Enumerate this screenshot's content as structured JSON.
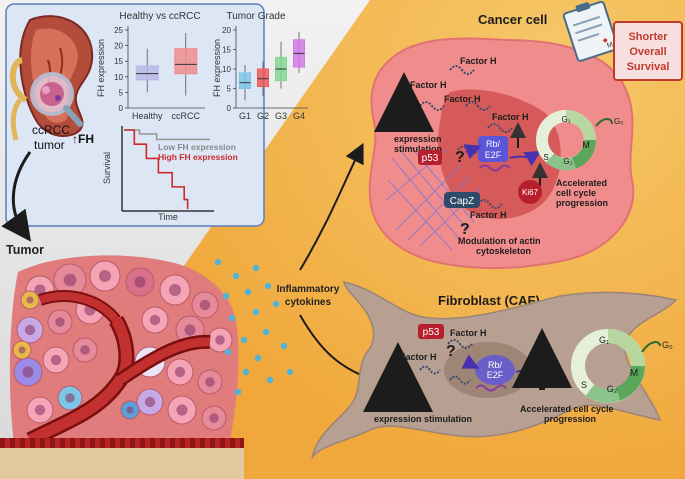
{
  "kidney_panel": {
    "tumor_label_line1": "ccRCC",
    "tumor_label_line2": "tumor",
    "fh_label": "↑FH"
  },
  "chart_data": [
    {
      "type": "box",
      "title": "Healthy vs ccRCC",
      "ylabel": "FH expression",
      "ylim": [
        0,
        25
      ],
      "yticks": [
        0,
        5,
        10,
        15,
        20,
        25
      ],
      "categories": [
        "Healthy",
        "ccRCC"
      ],
      "boxes": [
        {
          "category": "Healthy",
          "min": 5,
          "q1": 9,
          "median": 11,
          "q3": 13.5,
          "max": 19
        },
        {
          "category": "ccRCC",
          "min": 4,
          "q1": 11,
          "median": 14,
          "q3": 19,
          "max": 24
        }
      ],
      "colors": [
        "#b9b8e6",
        "#f08c8c"
      ]
    },
    {
      "type": "box",
      "title": "Tumor Grade",
      "ylabel": "FH expression",
      "ylim": [
        0,
        20
      ],
      "yticks": [
        0,
        5,
        10,
        15,
        20
      ],
      "categories": [
        "G1",
        "G2",
        "G3",
        "G4"
      ],
      "boxes": [
        {
          "category": "G1",
          "min": 2,
          "q1": 5,
          "median": 6.5,
          "q3": 9,
          "max": 11
        },
        {
          "category": "G2",
          "min": 3,
          "q1": 5.5,
          "median": 7.5,
          "q3": 10,
          "max": 12
        },
        {
          "category": "G3",
          "min": 5,
          "q1": 7,
          "median": 10,
          "q3": 13,
          "max": 17
        },
        {
          "category": "G4",
          "min": 9,
          "q1": 10.5,
          "median": 14,
          "q3": 17.5,
          "max": 19.5
        }
      ],
      "colors": [
        "#7ec6e8",
        "#f25a5a",
        "#86d694",
        "#cf7ae6"
      ]
    },
    {
      "type": "line",
      "ylabel": "Survival",
      "xlabel": "Time",
      "series": [
        {
          "name": "Low FH expression",
          "color": "#9a9a9a",
          "points": [
            [
              0,
              1
            ],
            [
              0.18,
              0.95
            ],
            [
              0.38,
              0.88
            ],
            [
              1,
              0.88
            ]
          ]
        },
        {
          "name": "High FH expression",
          "color": "#cc2a2a",
          "points": [
            [
              0,
              1
            ],
            [
              0.12,
              0.82
            ],
            [
              0.26,
              0.64
            ],
            [
              0.4,
              0.46
            ],
            [
              0.56,
              0.28
            ],
            [
              0.7,
              0.12
            ],
            [
              0.74,
              0
            ]
          ]
        }
      ]
    }
  ],
  "cancer_cell": {
    "title": "Cancer cell",
    "factor_h": "Factor H",
    "expression_stimulation": "Factor H expression stimulation",
    "p53": "p53",
    "rb_e2f_line1": "Rb/",
    "rb_e2f_line2": "E2F",
    "ki67": "Ki67",
    "capz": "CapZ",
    "modulation": "Modulation of actin cytoskeleton",
    "accelerated": "Accelerated cell cycle progression",
    "question": "?"
  },
  "cell_cycle": {
    "g1": "G₁",
    "m": "M",
    "g2": "G₂",
    "s": "S",
    "g0": "G₀"
  },
  "shorter_survival": {
    "line1": "Shorter",
    "line2": "Overall",
    "line3": "Survival",
    "clipboard_letter": "M"
  },
  "tumor": {
    "label": "Tumor"
  },
  "cytokines": {
    "line1": "Inflammatory",
    "line2": "cytokines"
  },
  "fibroblast": {
    "title": "Fibroblast (CAF)",
    "factor_h": "Factor H",
    "p53": "p53",
    "rb_e2f_line1": "Rb/",
    "rb_e2f_line2": "E2F",
    "expression_stimulation_line1": "Factor H",
    "expression_stimulation_line2": "expression stimulation",
    "accelerated_line1": "Accelerated cell cycle",
    "accelerated_line2": "progression",
    "question": "?"
  },
  "colors": {
    "panel_bg": "#dce6f5",
    "panel_border": "#5b7fbd",
    "orange_panel": "#f3b24c",
    "cancer_cell": "#f08c8c",
    "cancer_nucleus": "#d65a5a",
    "fibroblast": "#b79f92",
    "dark_arrow": "#1c1c1c",
    "accent_red": "#b81f2c",
    "rb_purple": "#5b55d8"
  }
}
